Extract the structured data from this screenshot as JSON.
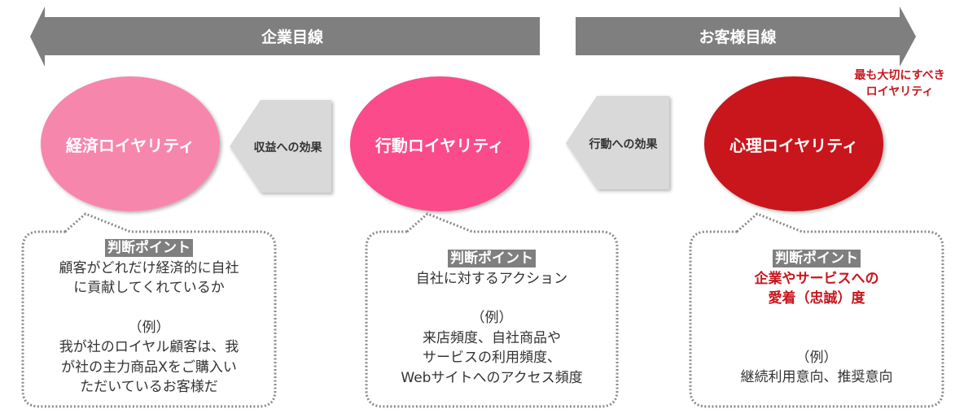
{
  "arrows": {
    "company_view": "企業目線",
    "customer_view": "お客様目線"
  },
  "note": {
    "line1": "最も大切にすべき",
    "line2": "ロイヤリティ"
  },
  "loyalties": [
    {
      "label": "経済ロイヤリティ",
      "color": "#f786ac"
    },
    {
      "label": "行動ロイヤリティ",
      "color": "#fb4b8a"
    },
    {
      "label": "心理ロイヤリティ",
      "color": "#c8161d"
    }
  ],
  "effects": [
    {
      "label": "収益への効果"
    },
    {
      "label": "行動への効果"
    }
  ],
  "boxes": [
    {
      "tag": "判断ポイント",
      "point_lines": [
        "顧客がどれだけ経済的に自社",
        "に貢献してくれているか"
      ],
      "example_label": "（例）",
      "example_lines": [
        "我が社のロイヤル顧客は、我",
        "が社の主力商品Xをご購入い",
        "ただいているお客様だ"
      ]
    },
    {
      "tag": "判断ポイント",
      "point_lines": [
        "自社に対するアクション"
      ],
      "example_label": "（例）",
      "example_lines": [
        "来店頻度、自社商品や",
        "サービスの利用頻度、",
        "Webサイトへのアクセス頻度"
      ]
    },
    {
      "tag": "判断ポイント",
      "point_lines": [
        "企業やサービスへの",
        "愛着（忠誠）度"
      ],
      "example_label": "（例）",
      "example_lines": [
        "継続利用意向、推奨意向"
      ]
    }
  ]
}
